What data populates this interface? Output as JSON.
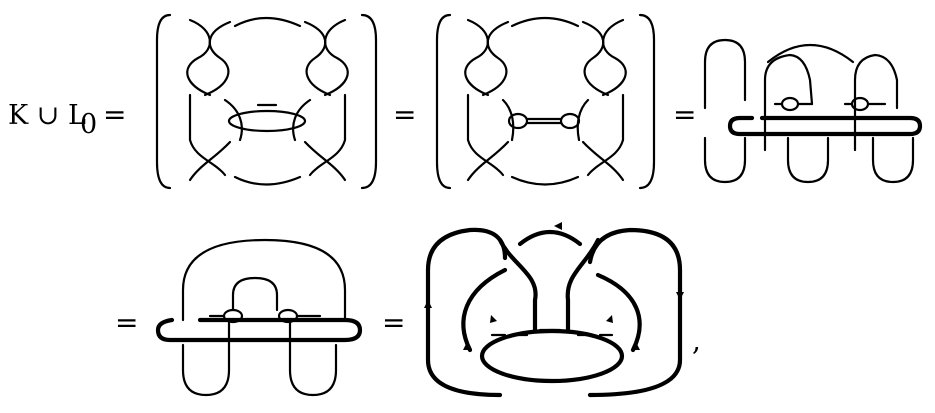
{
  "equation": {
    "lhs_main": "K ∪ L",
    "lhs_sub": "0",
    "equals_sign": "=",
    "trailing_comma": ","
  },
  "diagrams": [
    {
      "id": "twisted-link-two-crossings-clasp"
    },
    {
      "id": "twisted-link-band-clasp"
    },
    {
      "id": "plumbing-tall-arcs"
    },
    {
      "id": "plumbing-round-arcs"
    },
    {
      "id": "oriented-link-with-arrows"
    }
  ],
  "colors": {
    "ink": "#000000",
    "background": "#ffffff"
  }
}
